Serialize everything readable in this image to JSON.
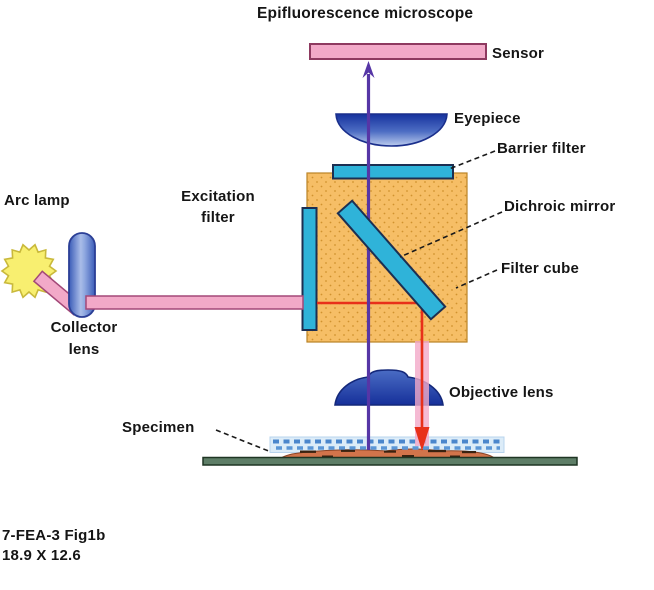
{
  "title": "Epifluorescence microscope",
  "labels": {
    "sensor": "Sensor",
    "eyepiece": "Eyepiece",
    "barrier_filter": "Barrier filter",
    "dichroic_mirror": "Dichroic mirror",
    "filter_cube": "Filter cube",
    "excitation_filter": "Excitation filter",
    "arc_lamp": "Arc lamp",
    "collector_lens": "Collector lens",
    "objective_lens": "Objective lens",
    "specimen": "Specimen"
  },
  "caption": {
    "figure_id": "7-FEA-3 Fig1b",
    "dimensions": "18.9 X 12.6"
  },
  "colors": {
    "beam_pink": "#F2A9C8",
    "beam_pink_border": "#A34878",
    "filter_cyan": "#2FB3D9",
    "filter_cyan_border": "#1C2F52",
    "cube_orange": "#F6BE66",
    "lamp_yellow": "#F8EF70",
    "emission_purple": "#5636A6",
    "excitation_red": "#E8301A",
    "slide_green": "#5E7E67",
    "specimen_brown": "#D2744B",
    "coverslip_blue": "#4A86CC"
  }
}
